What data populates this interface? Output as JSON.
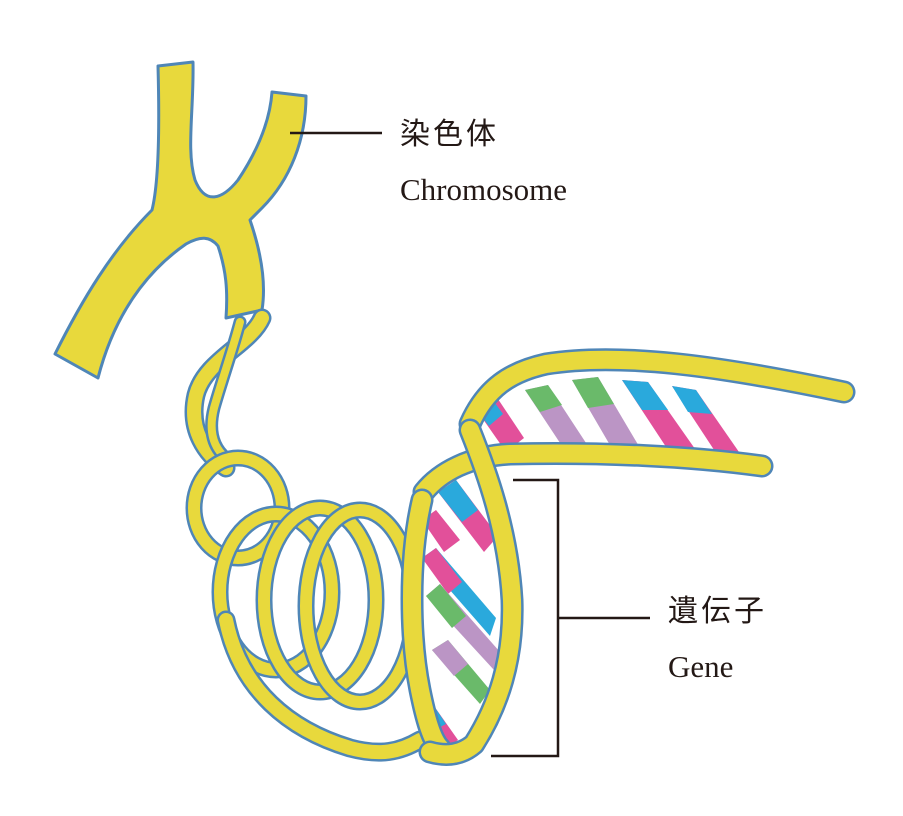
{
  "labels": {
    "chromosome": {
      "ja": "染色体",
      "en": "Chromosome"
    },
    "gene": {
      "ja": "遺伝子",
      "en": "Gene"
    }
  },
  "colors": {
    "strand_fill": "#e8d93c",
    "strand_outline": "#4f86b7",
    "base_blue": "#2aa9dc",
    "base_pink": "#e2509a",
    "base_green": "#6aba6a",
    "base_purple": "#bb95c5",
    "line": "#231815"
  }
}
